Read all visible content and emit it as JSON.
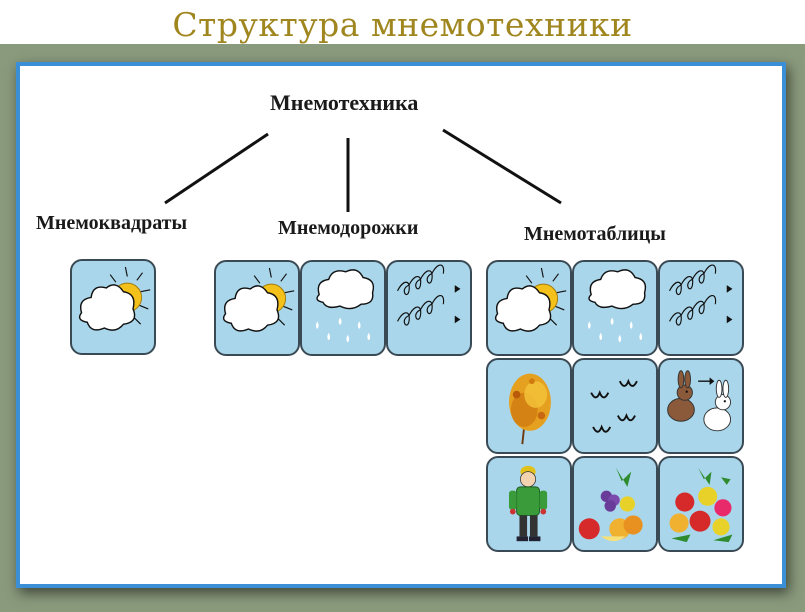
{
  "title": "Структура мнемотехники",
  "diagram": {
    "root": "Мнемотехника",
    "branches": [
      {
        "label": "Мнемоквадраты",
        "cards": [
          "sun-cloud-icon"
        ]
      },
      {
        "label": "Мнемодорожки",
        "cards": [
          "sun-cloud-icon",
          "rain-cloud-icon",
          "wind-icon"
        ]
      },
      {
        "label": "Мнемотаблицы",
        "cards": [
          "sun-cloud-icon",
          "rain-cloud-icon",
          "wind-icon",
          "autumn-tree-icon",
          "flying-birds-icon",
          "hare-change-icon",
          "dressed-child-icon",
          "fruits-icon",
          "vegetables-icon"
        ]
      }
    ]
  },
  "colors": {
    "title": "#a0861f",
    "frame_border": "#3a8fd6",
    "tile_background": "#a9d6ea",
    "background": "#8a9a7c"
  }
}
